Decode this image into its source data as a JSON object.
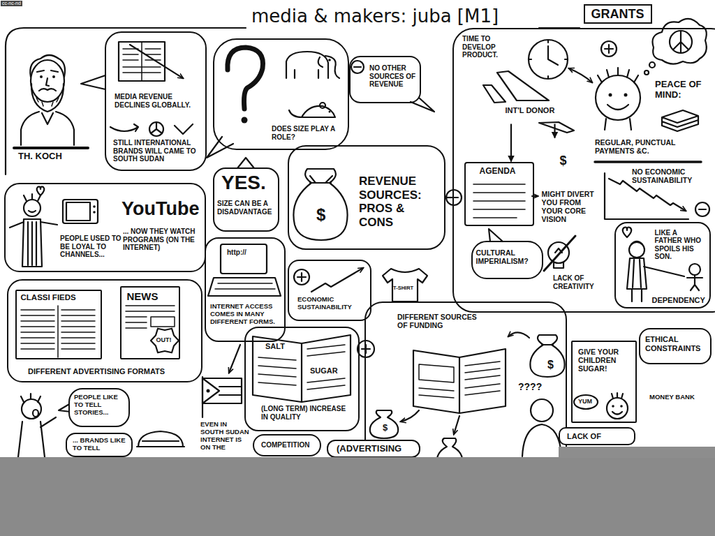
{
  "diagram": {
    "title": "media & makers: juba [M1]",
    "nodes": [
      {
        "text": [
          "MEDIA REVENUE DECLINES GLOBALLY.",
          "STILL INTERNATIONAL BRANDS WILL CAME TO SOUTH SUDAN"
        ]
      },
      {
        "text": [
          "DOES SIZE PLAY A ROLE?"
        ]
      },
      {
        "text": [
          "NO OTHER SOURCES OF REVENUE"
        ]
      },
      {
        "text": [
          "YES.",
          "SIZE CAN BE A DISADVANTAGE"
        ]
      },
      {
        "text": [
          "$",
          "REVENUE SOURCES: PROS & CONS"
        ]
      },
      {
        "text": [
          "GRANTS"
        ]
      },
      {
        "text": [
          "INT'L DONOR"
        ],
        "in": 5
      },
      {
        "text": [
          "AGENDA"
        ],
        "in": 5
      },
      {
        "text": [
          "$",
          "MIGHT DIVERT YOU FROM YOUR CORE VISION"
        ],
        "in": 5
      },
      {
        "text": [
          "CULTURAL IMPERIALISM?"
        ],
        "in": 5
      },
      {
        "text": [
          "LIKE A FATHER WHO SPOILS HIS SON.",
          "DEPENDENCY"
        ],
        "in": 5
      },
      {
        "text": [
          "PEOPLE USED TO BE LOYAL TO CHANNELS...",
          "YouTube",
          "... NOW THEY WATCH PROGRAMS (ON THE INTERNET)"
        ]
      },
      {
        "text": [
          "http://",
          "INTERNET ACCESS COMES IN MANY DIFFERENT FORMS."
        ]
      },
      {
        "text": [
          "ECONOMIC SUSTAINABILITY"
        ]
      },
      {
        "text": [
          "DIFFERENT ADVERTISING FORMATS"
        ]
      },
      {
        "text": [
          "CLASSI FIEDS"
        ],
        "in": 14
      },
      {
        "text": [
          "NEWS",
          "OUT!"
        ],
        "in": 14
      },
      {
        "text": [
          "SALT",
          "SUGAR",
          "(LONG TERM) INCREASE IN QUALITY"
        ]
      },
      {
        "text": [
          "DIFFERENT SOURCES OF FUNDING",
          "$",
          "????",
          "$"
        ]
      },
      {
        "text": [
          "GIVE YOUR CHILDREN SUGAR!",
          "YUM"
        ]
      },
      {
        "text": [
          "ETHICAL CONSTRAINTS"
        ]
      },
      {
        "text": [
          "MONEY BANK"
        ]
      },
      {
        "text": [
          "PEOPLE LIKE TO TELL STORIES..."
        ]
      },
      {
        "text": [
          "... BRANDS LIKE TO TELL"
        ]
      },
      {
        "text": [
          "COMPETITION"
        ]
      },
      {
        "text": [
          "(ADVERTISING"
        ]
      },
      {
        "text": [
          "LACK OF"
        ]
      }
    ],
    "edges": [
      {
        "from": 4,
        "to": 5,
        "arrow": "none"
      },
      {
        "from": 6,
        "to": 7,
        "arrow": "to"
      },
      {
        "from": 6,
        "to": 8,
        "arrow": "to"
      }
    ],
    "labels": [
      "cc-nc-nd",
      "TH. KOCH",
      "TIME TO DEVELOP PRODUCT.",
      "PEACE OF MIND:",
      "REGULAR, PUNCTUAL PAYMENTS &C.",
      "NO ECONOMIC SUSTAINABILITY",
      "LACK OF CREATIVITY",
      "T-SHIRT",
      "EVEN IN SOUTH SUDAN INTERNET IS ON THE"
    ]
  }
}
